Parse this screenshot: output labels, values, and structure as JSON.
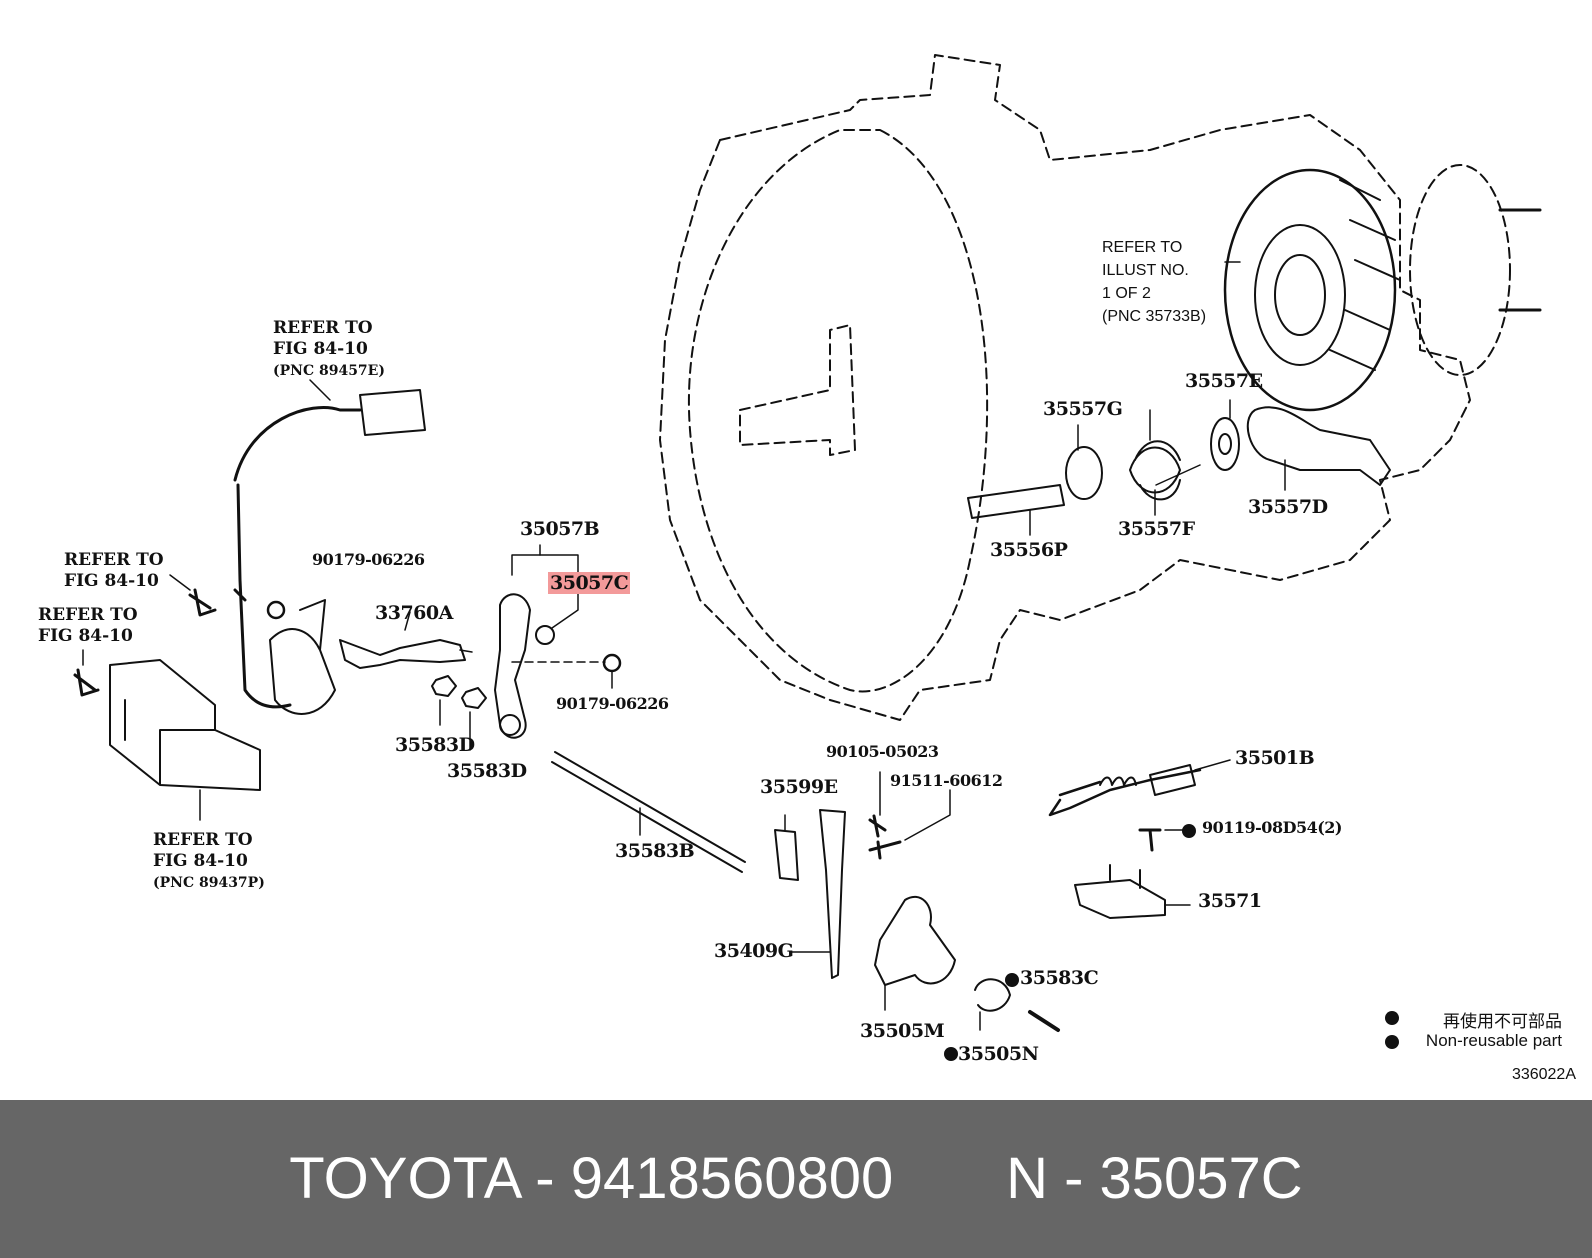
{
  "labels": {
    "p35057B": "35057B",
    "p35057C": "35057C",
    "p90179_a": "90179-06226",
    "p90179_b": "90179-06226",
    "p33760A": "33760A",
    "p35583D_1": "35583D",
    "p35583D_2": "35583D",
    "p35583B": "35583B",
    "p35599E": "35599E",
    "p35409G": "35409G",
    "p90105": "90105-05023",
    "p91511": "91511-60612",
    "p35505M": "35505M",
    "p35505N": "35505N",
    "p35583C": "35583C",
    "p35501B": "35501B",
    "p90119": "90119-08D54(2)",
    "p35571": "35571",
    "p35556P": "35556P",
    "p35557G": "35557G",
    "p35557F": "35557F",
    "p35557E": "35557E",
    "p35557D": "35557D"
  },
  "refs": {
    "top": {
      "line1": "REFER TO",
      "line2": "FIG 84-10",
      "line3": "(PNC 89457E)"
    },
    "left1": {
      "line1": "REFER TO",
      "line2": "FIG 84-10"
    },
    "left2": {
      "line1": "REFER TO",
      "line2": "FIG 84-10"
    },
    "bottom": {
      "line1": "REFER TO",
      "line2": "FIG 84-10",
      "line3": "(PNC 89437P)"
    },
    "illust": {
      "line1": "REFER TO",
      "line2": "ILLUST NO.",
      "line3": "1 OF 2",
      "line4": "(PNC 35733B)"
    }
  },
  "legend": {
    "jp": "再使用不可部品",
    "en": "Non-reusable part"
  },
  "figure_number": "336022A",
  "highlight_color": "#f39a9a",
  "footer": {
    "text": "TOYOTA - 9418560800       N - 35057C",
    "background": "#666666"
  }
}
